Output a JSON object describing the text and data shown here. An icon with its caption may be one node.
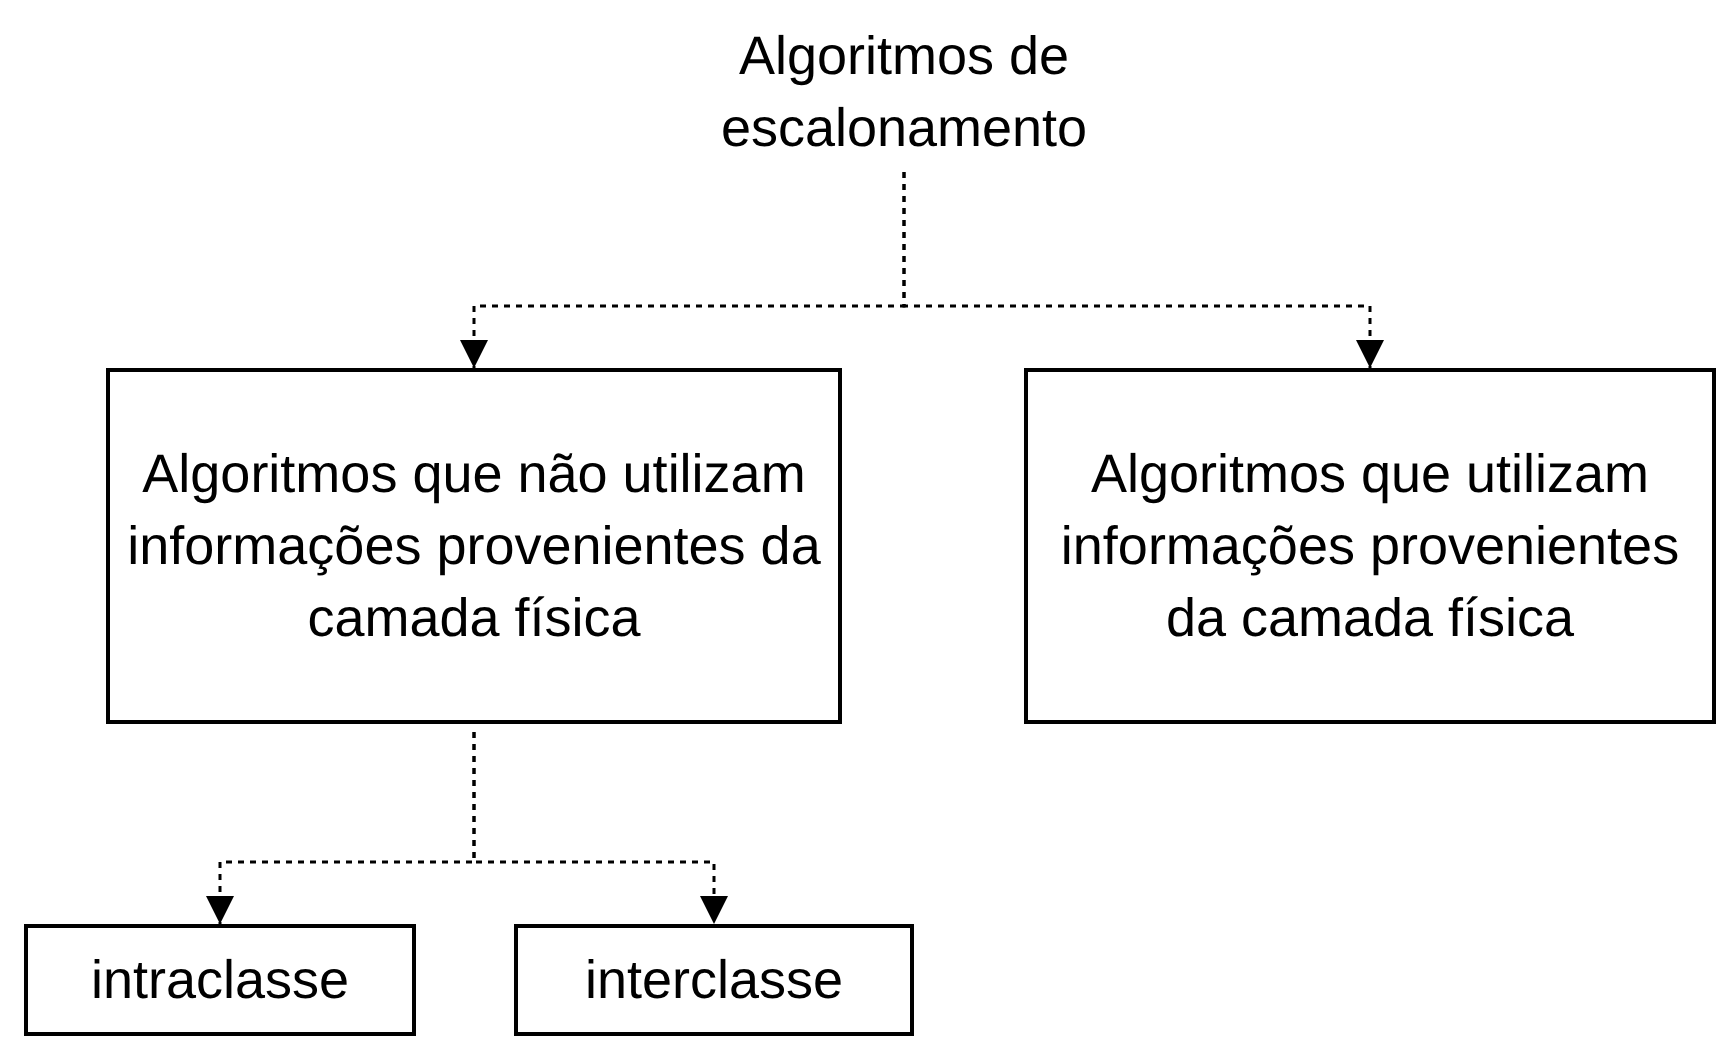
{
  "diagram": {
    "nodes": [
      {
        "text": [
          "Algoritmos de escalonamento"
        ]
      },
      {
        "text": [
          "Algoritmos que não utilizam informações provenientes da camada física"
        ]
      },
      {
        "text": [
          "Algoritmos que utilizam informações provenientes da camada física"
        ]
      },
      {
        "text": [
          "intraclasse"
        ]
      },
      {
        "text": [
          "interclasse"
        ]
      }
    ],
    "edges": [
      {
        "from": 0,
        "to": 1,
        "arrow": "to",
        "style": "dashed"
      },
      {
        "from": 0,
        "to": 2,
        "arrow": "to",
        "style": "dashed"
      },
      {
        "from": 1,
        "to": 3,
        "arrow": "to",
        "style": "dashed"
      },
      {
        "from": 1,
        "to": 4,
        "arrow": "to",
        "style": "dashed"
      }
    ]
  }
}
